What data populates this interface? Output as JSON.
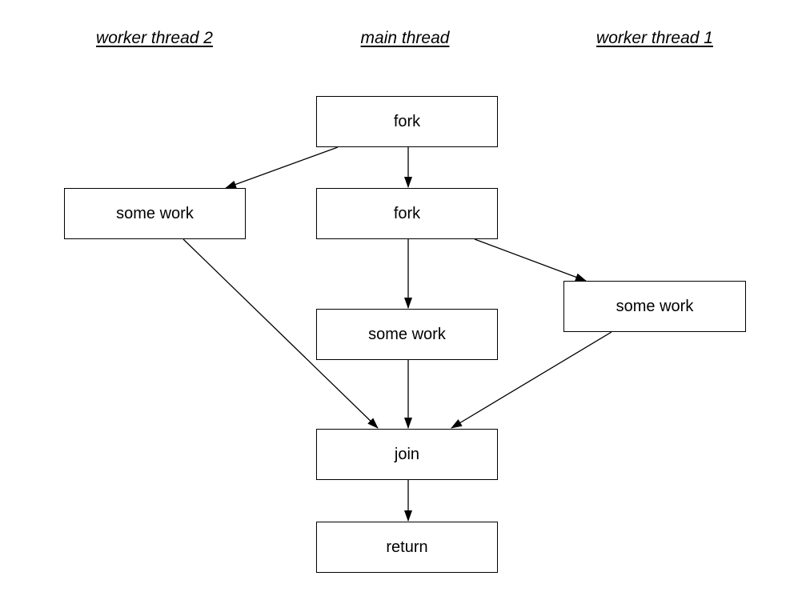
{
  "lanes": {
    "worker2": "worker thread 2",
    "main": "main thread",
    "worker1": "worker thread 1"
  },
  "nodes": {
    "fork1": "fork",
    "fork2": "fork",
    "work_worker2": "some work",
    "work_main": "some work",
    "work_worker1": "some work",
    "join": "join",
    "return": "return"
  },
  "edges": [
    [
      "fork1",
      "fork2"
    ],
    [
      "fork1",
      "work_worker2"
    ],
    [
      "fork2",
      "work_main"
    ],
    [
      "fork2",
      "work_worker1"
    ],
    [
      "work_worker2",
      "join"
    ],
    [
      "work_main",
      "join"
    ],
    [
      "work_worker1",
      "join"
    ],
    [
      "join",
      "return"
    ]
  ]
}
